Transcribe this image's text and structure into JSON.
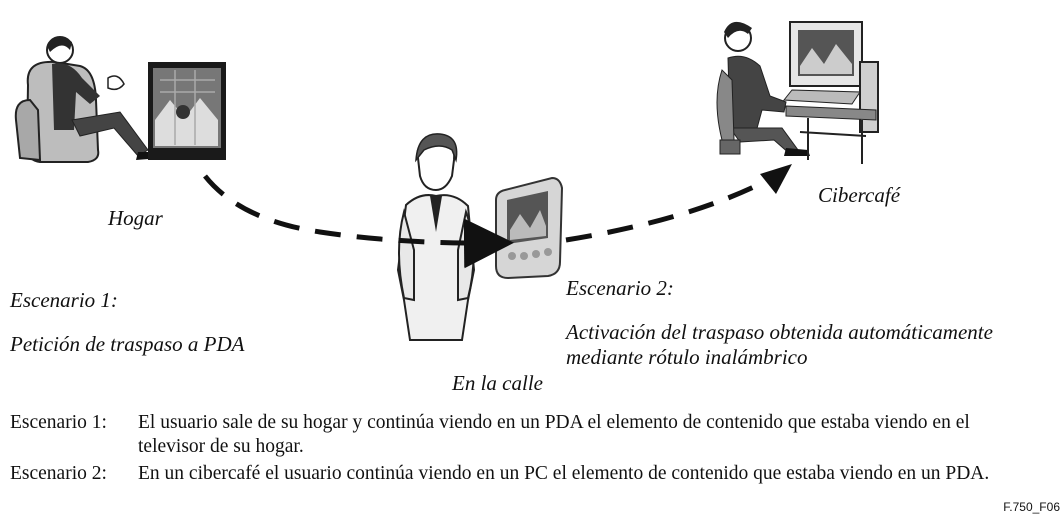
{
  "locations": {
    "home": "Hogar",
    "street": "En la calle",
    "cafe": "Cibercafé"
  },
  "scenario1": {
    "title": "Escenario 1:",
    "caption": "Petición de traspaso a PDA"
  },
  "scenario2": {
    "title": "Escenario 2:",
    "caption_line1": "Activación del traspaso obtenida automáticamente",
    "caption_line2": "mediante rótulo inalámbrico"
  },
  "descriptions": [
    {
      "key": "Escenario 1:",
      "text": "El usuario sale de su hogar y continúa viendo en un PDA el elemento de contenido que estaba viendo en el televisor de su hogar."
    },
    {
      "key": "Escenario 2:",
      "text": "En un cibercafé el usuario continúa viendo en un PC el elemento de contenido que estaba viendo en un PDA."
    }
  ],
  "figure_code": "F.750_F06"
}
